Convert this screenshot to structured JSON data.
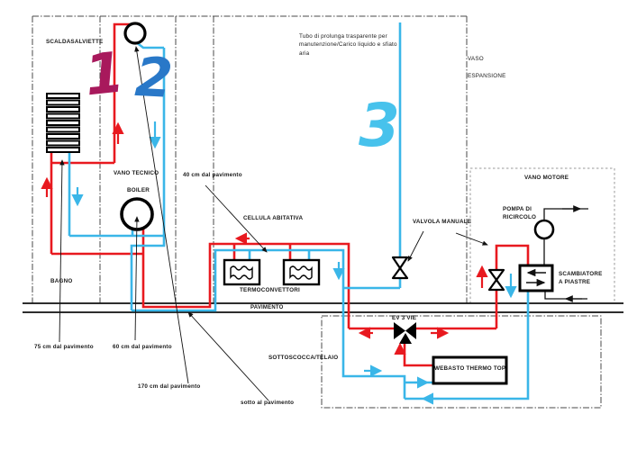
{
  "labels": {
    "scaldasalviette": "SCALDASALVIETTE",
    "bagno": "BAGNO",
    "vano_tecnico": "VANO TECNICO",
    "boiler": "BOILER",
    "cellula_abitativa": "CELLULA ABITATIVA",
    "termoconvettori": "TERMOCONVETTORI",
    "pavimento": "PAVIMENTO",
    "sottoscocca_telaio": "SOTTOSCOCCA/TELAIO",
    "vano_motore": "VANO MOTORE",
    "pompa_line1": "POMPA DI",
    "pompa_line2": "RICIRCOLO",
    "scambiatore_line1": "SCAMBIATORE",
    "scambiatore_line2": "A PIASTRE",
    "valvola_manuale": "VALVOLA MANUALE",
    "ev_3_vie": "EV 3 VIE",
    "webasto": "WEBASTO THERMO TOP",
    "vaso_line1": "VASO",
    "vaso_line2": "ESPANSIONE",
    "tubo_note": "Tubo di prolunga trasparente per manutenzione/Carico liquido e sfiato aria"
  },
  "annotations": {
    "h40": "40 cm dal pavimento",
    "h75": "75 cm dal pavimento",
    "h60": "60 cm dal pavimento",
    "h170": "170 cm dal pavimento",
    "sotto_pavimento": "sotto al pavimento"
  },
  "markers": {
    "one": "1",
    "two": "2",
    "three": "3"
  },
  "colors": {
    "hot_line": "#e8191f",
    "cold_line": "#3ab6e8",
    "marker_1": "#a8195c",
    "marker_2": "#2978c8",
    "marker_3": "#47c2ec"
  }
}
